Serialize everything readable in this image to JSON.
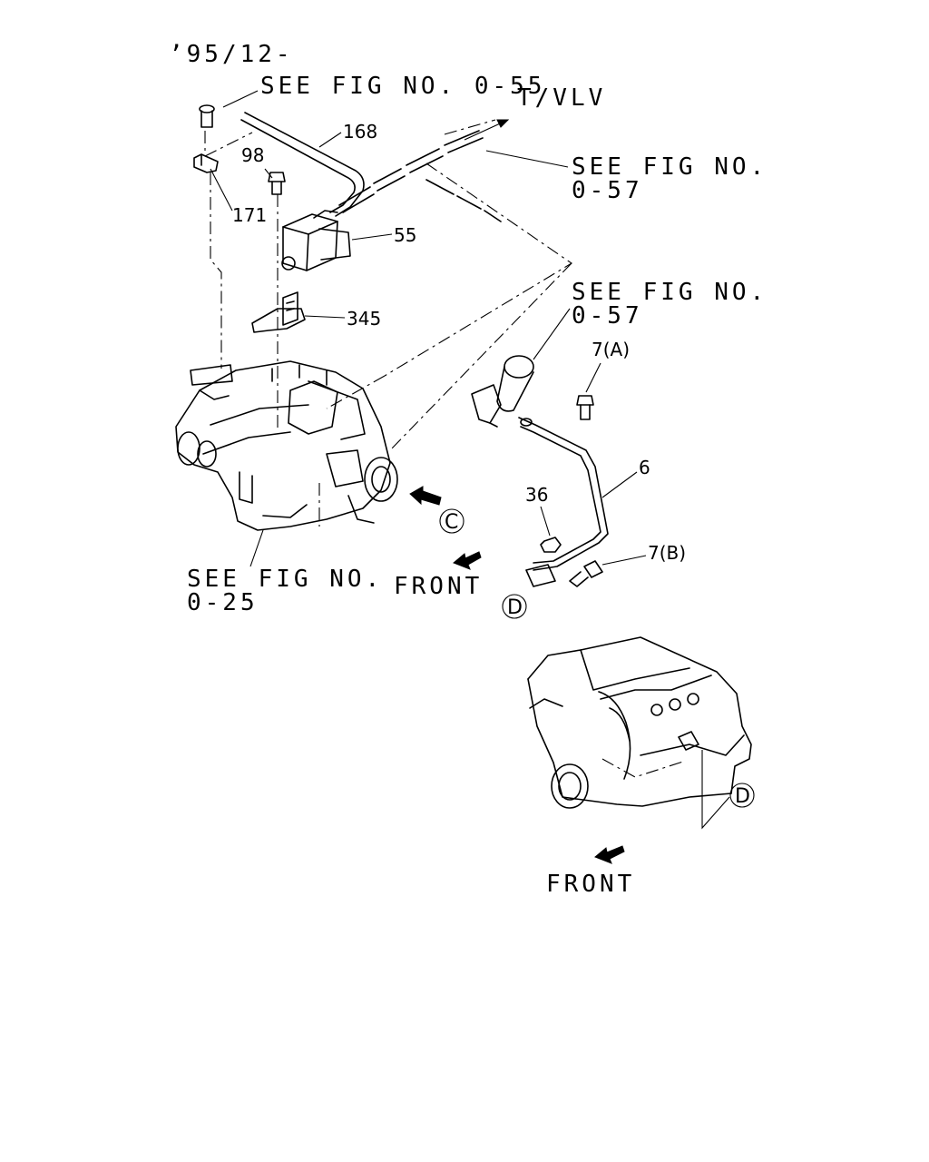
{
  "header": {
    "date_code": "’95/12-"
  },
  "references": {
    "fig_055": "SEE FIG NO. 0-55",
    "tvlv": "T/VLV",
    "fig_057_top_line1": "SEE FIG NO.",
    "fig_057_top_line2": "0-57",
    "fig_057_mid_line1": "SEE FIG NO.",
    "fig_057_mid_line2": "0-57",
    "fig_025_line1": "SEE FIG NO.",
    "fig_025_line2": "0-25"
  },
  "parts": {
    "p168": "168",
    "p98": "98",
    "p171": "171",
    "p55": "55",
    "p345": "345",
    "p7a": "7(A)",
    "p6": "6",
    "p36": "36",
    "p7b": "7(B)"
  },
  "markers": {
    "c": "C",
    "d_main": "D",
    "d_inset": "D"
  },
  "directions": {
    "front_main": "FRONT",
    "front_inset": "FRONT"
  }
}
